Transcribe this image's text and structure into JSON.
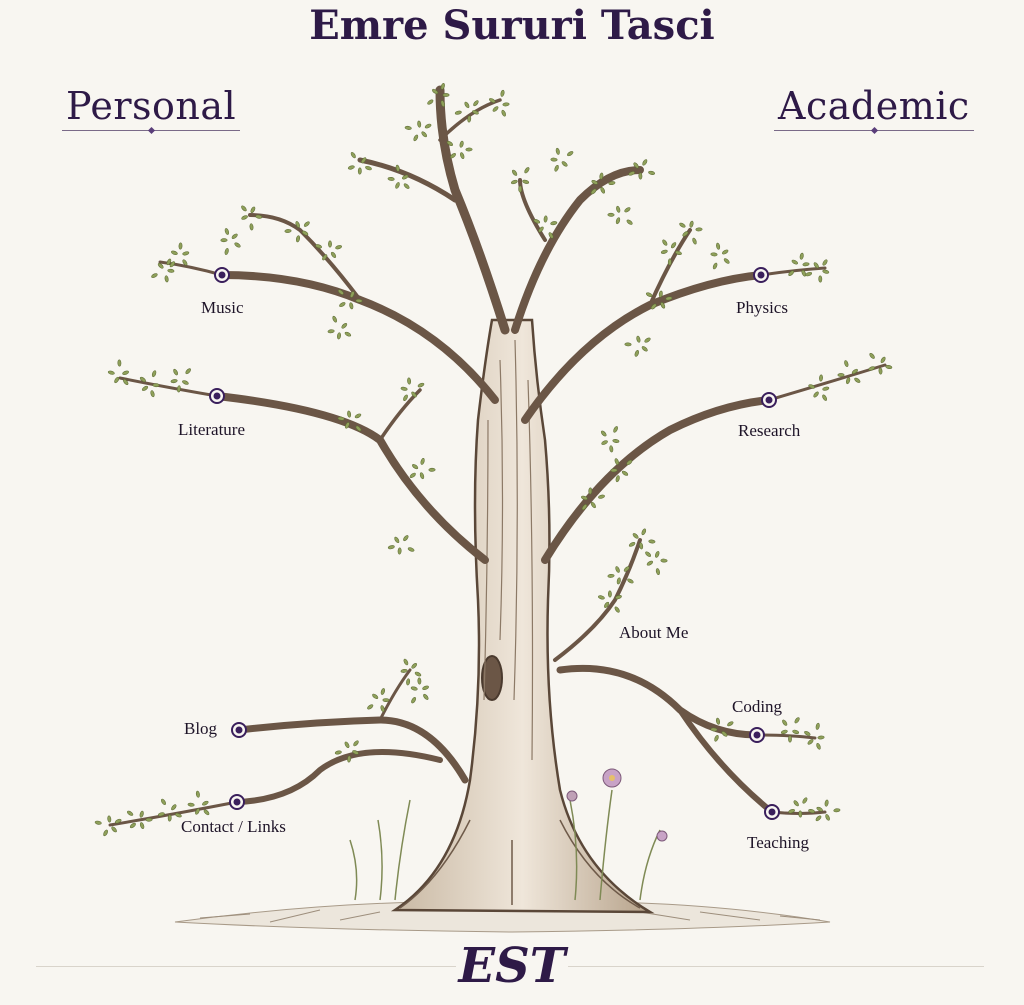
{
  "site": {
    "title": "Emre Sururi Tasci",
    "footer_mark": "EST"
  },
  "sections": {
    "personal": "Personal",
    "academic": "Academic"
  },
  "nodes": {
    "music": "Music",
    "literature": "Literature",
    "blog": "Blog",
    "contact": "Contact / Links",
    "physics": "Physics",
    "research": "Research",
    "about": "About Me",
    "coding": "Coding",
    "teaching": "Teaching"
  },
  "colors": {
    "ink": "#2e1a47",
    "bark": "#7a6654",
    "bark_dark": "#5a4738",
    "leaf": "#8fa05a",
    "node": "#3a1f5c",
    "background": "#f8f6f1"
  },
  "icons": {
    "tree": "tree-illustration",
    "node": "circle-dot-icon",
    "flower": "flower-icon"
  }
}
